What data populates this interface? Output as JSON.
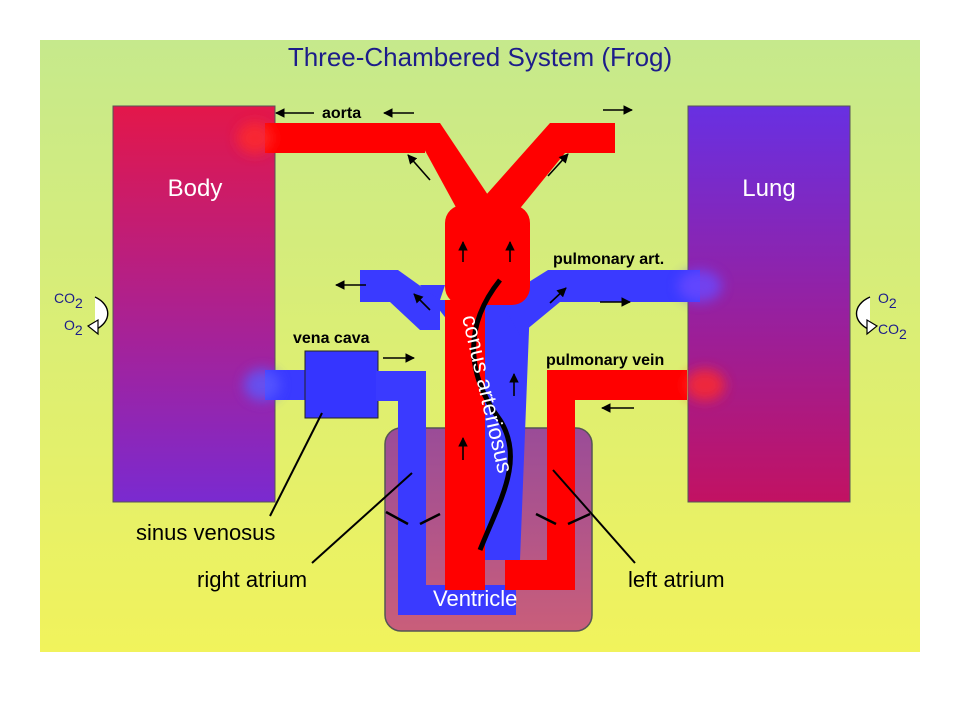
{
  "title": "Three-Chambered System (Frog)",
  "labels": {
    "body": "Body",
    "lung": "Lung",
    "aorta": "aorta",
    "pulmonary_art": "pulmonary art.",
    "pulmonary_vein": "pulmonary vein",
    "vena_cava": "vena cava",
    "conus_arteriosus": "conus arteriosus",
    "sinus_venosus": "sinus venosus",
    "right_atrium": "right atrium",
    "left_atrium": "left atrium",
    "ventricle": "Ventricle"
  },
  "gas_exchange": {
    "body": {
      "out": "CO",
      "out_sub": "2",
      "in": "O",
      "in_sub": "2"
    },
    "lung": {
      "in": "O",
      "in_sub": "2",
      "out": "CO",
      "out_sub": "2"
    }
  },
  "colors": {
    "background_top": "#c2e88a",
    "background_bottom": "#f2f25a",
    "oxygenated": "#ff0000",
    "deoxygenated": "#3a3aff",
    "body_top": "#e0184a",
    "body_bottom": "#7a2ad0",
    "lung_top": "#6a2ee0",
    "lung_bottom": "#c01060",
    "heart": "#b8508a"
  }
}
